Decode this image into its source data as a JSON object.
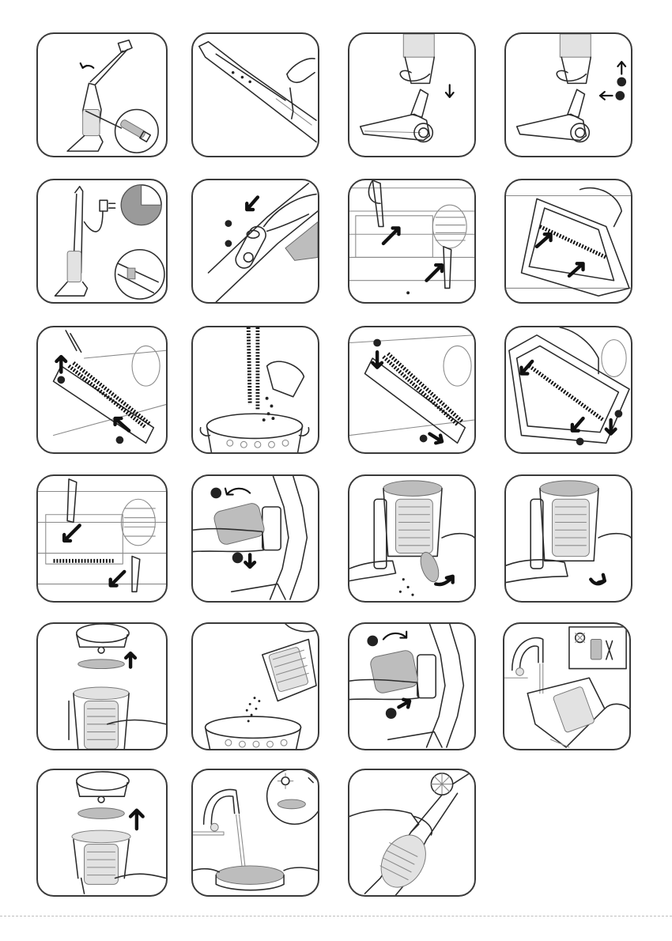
{
  "document": {
    "type": "vacuum-cleaner-maintenance-illustrations",
    "text": [],
    "panels": [
      {
        "id": "p1",
        "name": "step-01-assemble-handle"
      },
      {
        "id": "p2",
        "name": "step-02-handle-screw"
      },
      {
        "id": "p3",
        "name": "step-03-attach-nozzle"
      },
      {
        "id": "p4",
        "name": "step-04-release-nozzle"
      },
      {
        "id": "p5",
        "name": "step-05-charge-with-clock"
      },
      {
        "id": "p6",
        "name": "step-06-power-switch"
      },
      {
        "id": "p7",
        "name": "step-07-open-brush-cover"
      },
      {
        "id": "p8",
        "name": "step-08-lift-brush-cover"
      },
      {
        "id": "p9",
        "name": "step-09-remove-brush-roll"
      },
      {
        "id": "p10",
        "name": "step-10-clean-brush-over-bin"
      },
      {
        "id": "p11",
        "name": "step-11-insert-brush-roll"
      },
      {
        "id": "p12",
        "name": "step-12-replace-brush-cover"
      },
      {
        "id": "p13",
        "name": "step-13-lock-brush-cover"
      },
      {
        "id": "p14",
        "name": "step-14-remove-dust-container"
      },
      {
        "id": "p15",
        "name": "step-15-empty-dust-container"
      },
      {
        "id": "p16",
        "name": "step-16-close-dust-lid"
      },
      {
        "id": "p17",
        "name": "step-17-remove-filter-top"
      },
      {
        "id": "p18",
        "name": "step-18-empty-into-bin"
      },
      {
        "id": "p19",
        "name": "step-19-reinsert-container"
      },
      {
        "id": "p20",
        "name": "step-20-rinse-container"
      },
      {
        "id": "p21",
        "name": "step-21-remove-filter-disc"
      },
      {
        "id": "p22",
        "name": "step-22-rinse-filter-disc"
      },
      {
        "id": "p23",
        "name": "step-23-handheld-use"
      }
    ]
  }
}
